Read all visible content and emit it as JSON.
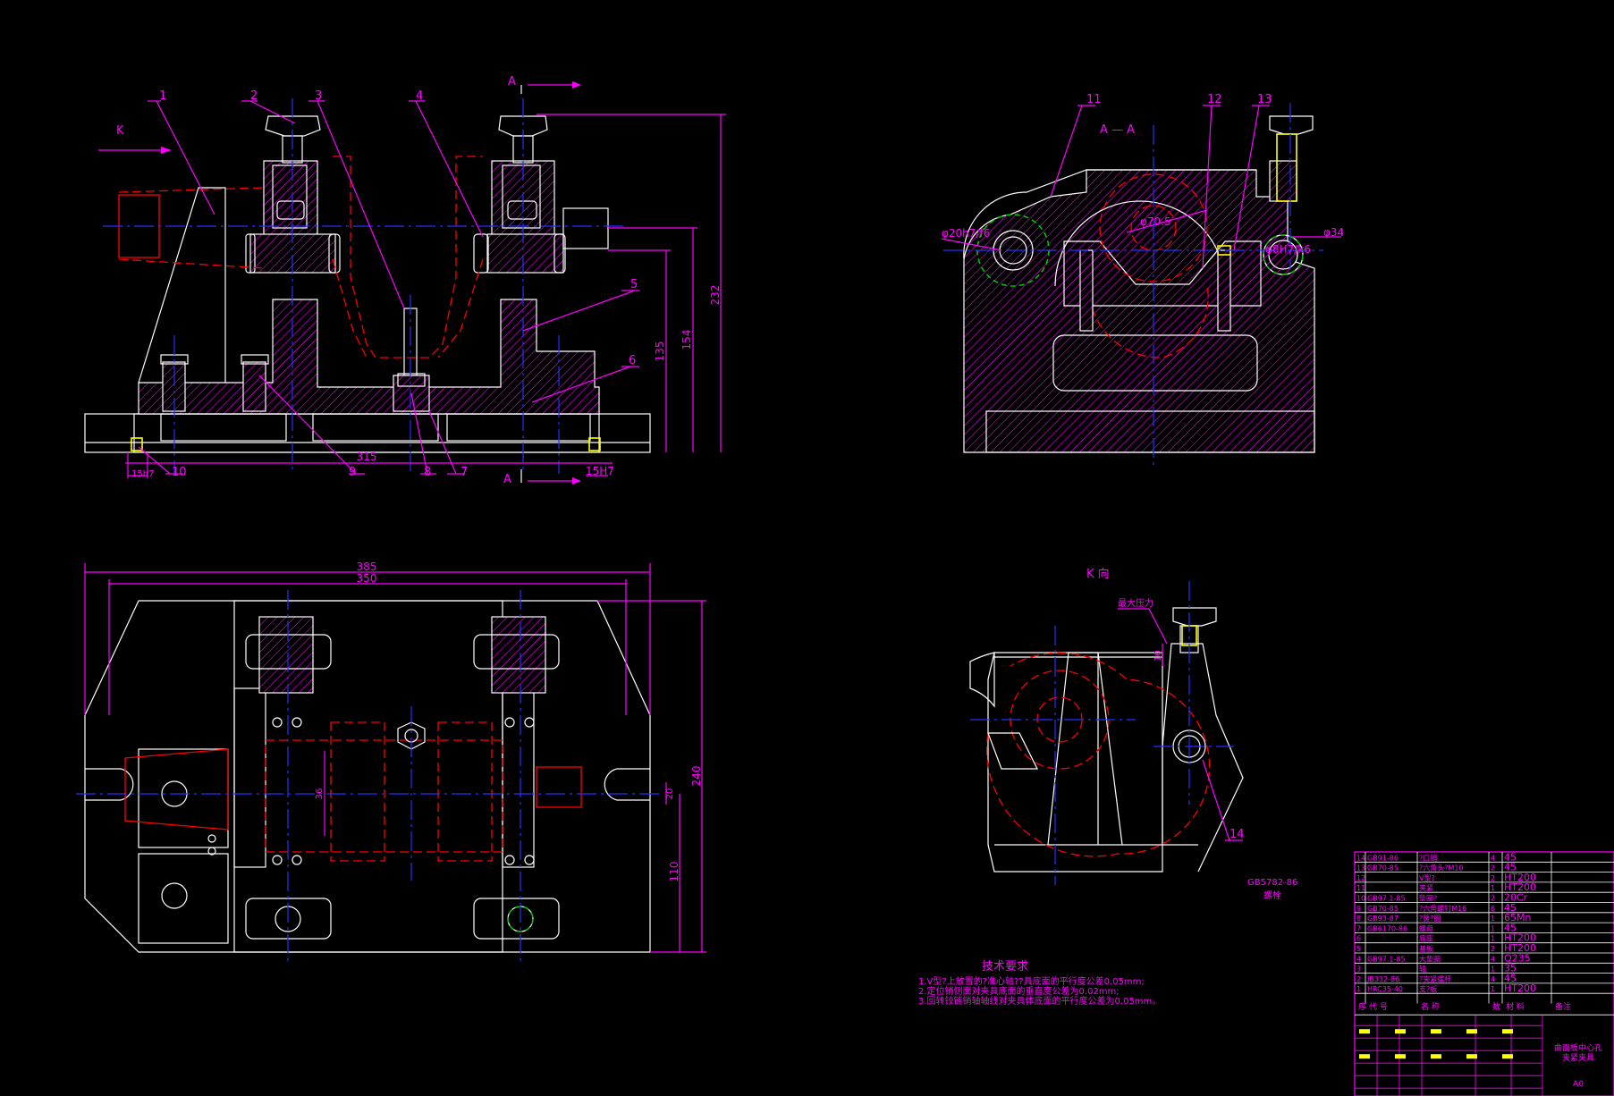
{
  "section_marks": {
    "a": "A",
    "aa": "A — A",
    "k": "K",
    "k_view": "K 向"
  },
  "part_numbers": [
    "1",
    "2",
    "3",
    "4",
    "5",
    "6",
    "7",
    "8",
    "9",
    "10",
    "11",
    "12",
    "13",
    "14"
  ],
  "dims_front": {
    "d232": "232",
    "d154": "154",
    "d135": "135",
    "d315": "315",
    "d15h7": "15H7",
    "d15h7_left": "15h7"
  },
  "dims_plan": {
    "d385": "385",
    "d350": "350",
    "d240": "240",
    "d110": "110",
    "d36": "36",
    "d20": "20"
  },
  "dims_side": {
    "phi20": "φ20h7/f6",
    "phi70": "φ70.5",
    "phi34": "φ34",
    "phi_right": "φ8H7/k6"
  },
  "k_view": {
    "callout": "最大压力",
    "dim": "10",
    "std": "GB5782-86",
    "std_name": "螺栓"
  },
  "tech": {
    "title": "技术要求",
    "lines": [
      "1.V型?上放置的?准心轴??具底面的平行度公差0.05mm;",
      "2.定位销侧面对夹具底面的垂直度公差为0.02mm;",
      "3.回转铰链销轴轴线对夹具体底面的平行度公差为0.05mm。"
    ]
  },
  "bom": {
    "rows": [
      [
        "14",
        "GB91-86",
        "?口销",
        "4",
        "45"
      ],
      [
        "13",
        "GB70-85",
        "?六角头?M10",
        "2",
        "45"
      ],
      [
        "12",
        "",
        "V型?",
        "2",
        "HT200"
      ],
      [
        "11",
        "",
        "夹紧",
        "1",
        "HT200"
      ],
      [
        "10",
        "GB97.1-85",
        "垫圈?",
        "2",
        "20Cr"
      ],
      [
        "9",
        "GB70-85",
        "?六角螺钉M16",
        "6",
        "45"
      ],
      [
        "8",
        "GB93-87",
        "?簧?圈",
        "1",
        "65Mn"
      ],
      [
        "7",
        "GB6170-86",
        "螺母",
        "1",
        "45"
      ],
      [
        "6",
        "",
        "底座",
        "1",
        "HT200"
      ],
      [
        "5",
        "",
        "基板",
        "2",
        "HT200"
      ],
      [
        "4",
        "GB97.1-85",
        "大垫圈",
        "4",
        "Q235"
      ],
      [
        "3",
        "",
        "轴",
        "1",
        "35"
      ],
      [
        "2",
        "JB332-86",
        "?夹紧螺杆",
        "4",
        "45"
      ],
      [
        "1",
        "HRC35-40",
        "支?板",
        "1",
        "HT200"
      ]
    ],
    "header": [
      "序",
      "代 号",
      "名 称",
      "数",
      "材 料",
      "备注"
    ],
    "title": "曲面板中心孔\n夹紧夹具",
    "sheet": "A0"
  }
}
